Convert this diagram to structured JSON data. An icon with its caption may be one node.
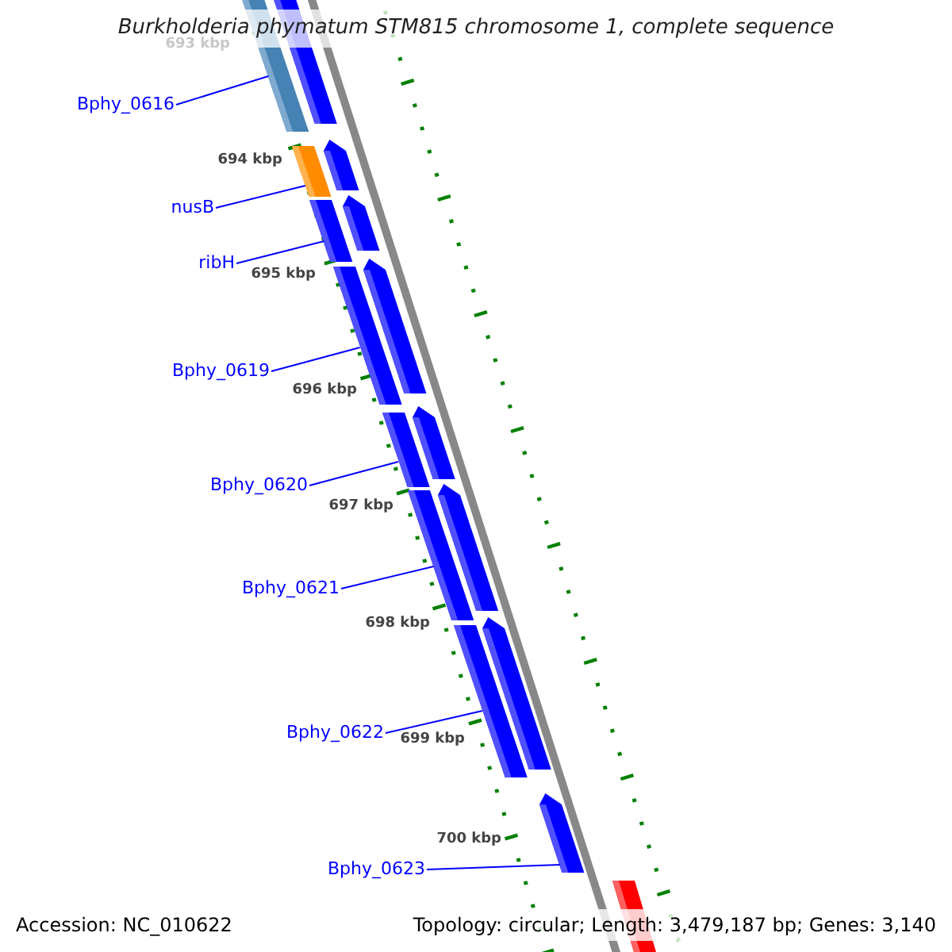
{
  "diagram": {
    "title": "Burkholderia phymatum STM815 chromosome 1, complete sequence",
    "nodes": [
      {
        "text": [
          "Bphy_0616"
        ]
      },
      {
        "text": [
          "nusB"
        ]
      },
      {
        "text": [
          "ribH"
        ]
      },
      {
        "text": [
          "Bphy_0619"
        ]
      },
      {
        "text": [
          "Bphy_0620"
        ]
      },
      {
        "text": [
          "Bphy_0621"
        ]
      },
      {
        "text": [
          "Bphy_0622"
        ]
      },
      {
        "text": [
          "Bphy_0623"
        ]
      },
      {
        "text": [],
        "shape": "bar"
      },
      {
        "text": [],
        "shape": "bar"
      },
      {
        "text": [],
        "shape": "bar"
      },
      {
        "text": [],
        "shape": "bar"
      },
      {
        "text": [],
        "shape": "bar"
      },
      {
        "text": [],
        "shape": "bar"
      },
      {
        "text": [],
        "shape": "bar"
      },
      {
        "text": [],
        "shape": "bar"
      },
      {
        "text": [],
        "shape": "bar"
      },
      {
        "text": [],
        "shape": "bar"
      },
      {
        "text": [],
        "shape": "bar"
      },
      {
        "text": [],
        "shape": "bar"
      },
      {
        "text": [],
        "shape": "bar"
      },
      {
        "text": [],
        "shape": "bar"
      },
      {
        "text": [],
        "shape": "bar"
      },
      {
        "text": [],
        "shape": "bar"
      }
    ],
    "edges": [
      {
        "from": 0,
        "to": 8,
        "arrow": "none"
      },
      {
        "from": 1,
        "to": 9,
        "arrow": "none"
      },
      {
        "from": 2,
        "to": 10,
        "arrow": "none"
      },
      {
        "from": 3,
        "to": 11,
        "arrow": "none"
      },
      {
        "from": 4,
        "to": 12,
        "arrow": "none"
      },
      {
        "from": 5,
        "to": 13,
        "arrow": "none"
      },
      {
        "from": 6,
        "to": 14,
        "arrow": "none"
      },
      {
        "from": 7,
        "to": 22,
        "arrow": "none"
      }
    ],
    "labels": [
      "693 kbp",
      "694 kbp",
      "695 kbp",
      "696 kbp",
      "697 kbp",
      "698 kbp",
      "699 kbp",
      "700 kbp",
      "Accession: NC_010622",
      "Topology: circular; Length: 3,479,187 bp; Genes: 3,140"
    ]
  }
}
